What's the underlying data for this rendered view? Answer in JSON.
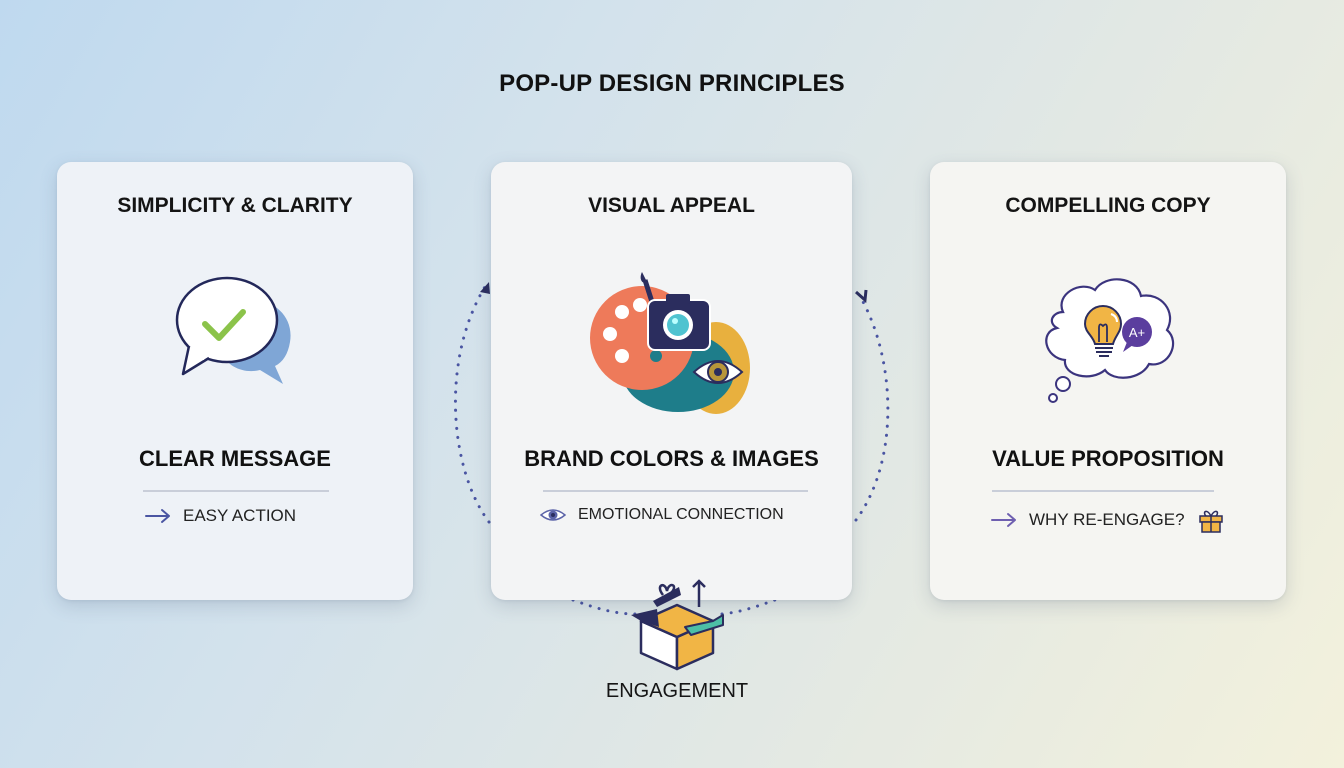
{
  "title": "POP-UP DESIGN PRINCIPLES",
  "colors": {
    "navy": "#2b2d5e",
    "accent_blue": "#4a55a2",
    "green_check": "#8bc34a",
    "coral": "#ee7a5a",
    "teal": "#1e7d8a",
    "mustard": "#e8b03e",
    "purple": "#5b3e9e"
  },
  "cards": [
    {
      "title": "SIMPLICITY & CLARITY",
      "icon": "speech-bubble-check-icon",
      "subtitle": "CLEAR MESSAGE",
      "detail_icon": "arrow-right-icon",
      "detail": "EASY ACTION"
    },
    {
      "title": "VISUAL APPEAL",
      "icon": "palette-camera-eye-icon",
      "subtitle": "BRAND COLORS & IMAGES",
      "detail_icon": "eye-icon",
      "detail": "EMOTIONAL CONNECTION"
    },
    {
      "title": "COMPELLING COPY",
      "icon": "thought-cloud-lightbulb-icon",
      "subtitle": "VALUE PROPOSITION",
      "detail_icon": "arrow-right-icon",
      "detail": "WHY RE-ENGAGE?",
      "detail_trailing_icon": "gift-icon"
    }
  ],
  "engagement": {
    "icon": "open-box-icon",
    "label": "ENGAGEMENT"
  }
}
